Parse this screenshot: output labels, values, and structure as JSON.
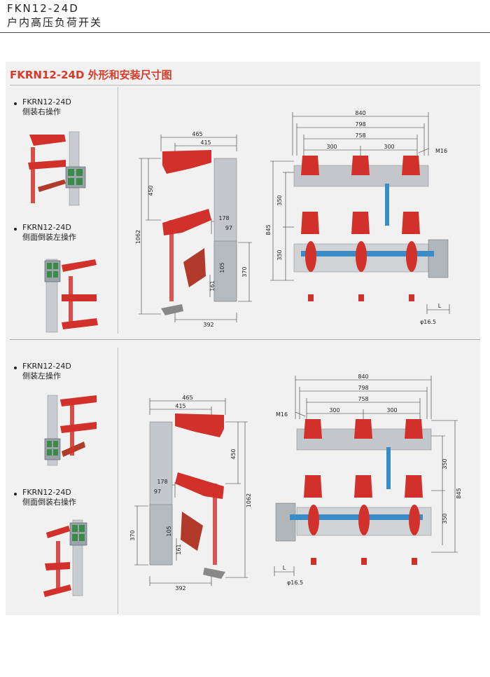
{
  "header": {
    "model": "FKN12-24D",
    "name": "户内高压负荷开关"
  },
  "section_title": "FKRN12-24D 外形和安装尺寸图",
  "variants": [
    {
      "model": "FKRN12-24D",
      "desc": "侧装右操作"
    },
    {
      "model": "FKRN12-24D",
      "desc": "侧面倒装左操作"
    },
    {
      "model": "FKRN12-24D",
      "desc": "侧装左操作"
    },
    {
      "model": "FKRN12-24D",
      "desc": "侧面倒装右操作"
    }
  ],
  "side_dims": {
    "d465": "465",
    "d415": "415",
    "d450": "450",
    "d1062": "1062",
    "d178": "178",
    "d97": "97",
    "d105": "105",
    "d370": "370",
    "d161": "161",
    "d392": "392"
  },
  "front_dims": {
    "d840": "840",
    "d798": "798",
    "d758": "758",
    "d300a": "300",
    "d300b": "300",
    "m16": "M16",
    "d350a": "350",
    "d845": "845",
    "d350b": "350",
    "L": "L",
    "phi": "φ16.5"
  },
  "colors": {
    "accent": "#d83a2a",
    "insulator": "#d2302a",
    "frame": "#bfc3c8",
    "rod": "#3a8cc8"
  }
}
